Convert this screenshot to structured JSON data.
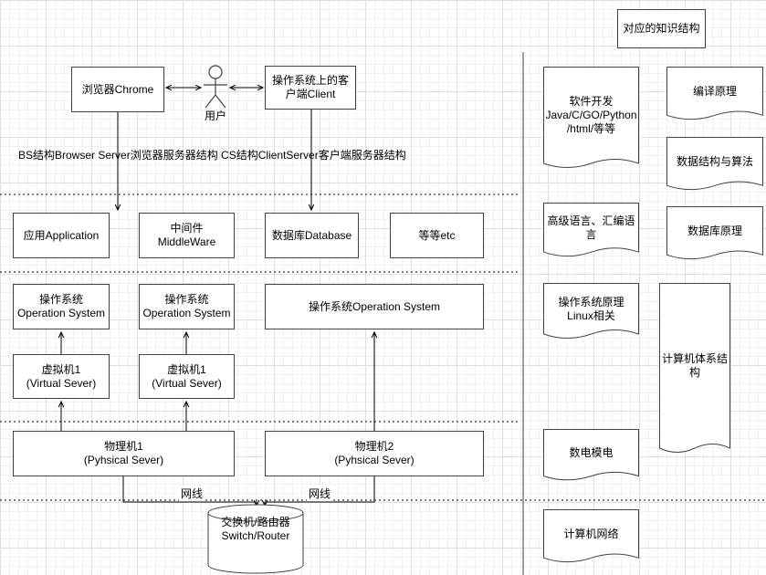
{
  "stack": {
    "chrome": "浏览器Chrome",
    "user": "用户",
    "client": "操作系统上的客户端Client",
    "caption": "BS结构Browser Server浏览器服务器结构 CS结构ClientServer客户端服务器结构",
    "application": "应用Application",
    "middleware": "中间件MiddleWare",
    "database": "数据库Database",
    "etc": "等等etc",
    "os_small_1": "操作系统\nOperation System",
    "os_small_2": "操作系统\nOperation System",
    "os_wide": "操作系统Operation System",
    "vm_1": "虚拟机1\n(Virtual Sever)",
    "vm_2": "虚拟机1\n(Virtual Sever)",
    "physical_1": "物理机1\n(Pyhsical Sever)",
    "physical_2": "物理机2\n(Pyhsical Sever)",
    "cable_1": "网线",
    "cable_2": "网线",
    "switch": "交换机/路由器\nSwitch/Router"
  },
  "knowledge": {
    "title": "对应的知识结构",
    "docs": [
      {
        "id": "software-dev",
        "label": "软件开发\nJava/C/GO/Python\n/html/等等"
      },
      {
        "id": "compiler-principles",
        "label": "编译原理"
      },
      {
        "id": "data-structures-algorithms",
        "label": "数据结构与算法"
      },
      {
        "id": "high-level-assembly-language",
        "label": "高级语言、汇编语言"
      },
      {
        "id": "database-principles",
        "label": "数据库原理"
      },
      {
        "id": "os-principles-linux",
        "label": "操作系统原理\nLinux相关"
      },
      {
        "id": "computer-architecture",
        "label": "计算机体系结构"
      },
      {
        "id": "digital-analog-electronics",
        "label": "数电模电"
      },
      {
        "id": "computer-networks",
        "label": "计算机网络"
      }
    ]
  },
  "colors": {
    "stroke": "#424242",
    "text": "#000000",
    "grid_minor": "#eef1f4",
    "grid_major": "#d9dfe4"
  }
}
